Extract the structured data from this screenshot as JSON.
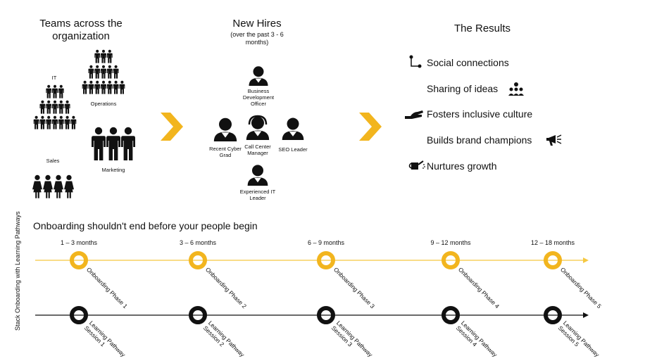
{
  "teams": {
    "title": "Teams across the organization",
    "labels": {
      "it": "IT",
      "operations": "Operations",
      "marketing": "Marketing",
      "sales": "Sales"
    }
  },
  "hires": {
    "title": "New Hires",
    "subtitle": "(over the past 3 - 6 months)",
    "people": {
      "bdo": "Business Development Officer",
      "cyber": "Recent Cyber Grad",
      "callcenter": "Call Center Manager",
      "seo": "SEO Leader",
      "itleader": "Experienced IT Leader"
    }
  },
  "results": {
    "title": "The Results",
    "items": [
      {
        "label": "Social connections",
        "icon": "connection-icon"
      },
      {
        "label": "Sharing of ideas",
        "icon": "people-network-icon"
      },
      {
        "label": "Fosters inclusive culture",
        "icon": "hand-icon"
      },
      {
        "label": "Builds brand champions",
        "icon": "megaphone-icon"
      },
      {
        "label": "Nurtures growth",
        "icon": "watering-can-icon"
      }
    ]
  },
  "timeline": {
    "title": "Onboarding shouldn't end before your people begin",
    "side_label": "Stack Onboarding with Learning Pathways",
    "periods": [
      "1 – 3 months",
      "3 – 6 months",
      "6 – 9 months",
      "9 – 12 months",
      "12 – 18 months"
    ],
    "phases": [
      "Onboarding Phase 1",
      "Onboarding Phase 2",
      "Onboarding Phase 3",
      "Onboarding Phase 4",
      "Onboarding Phase 5"
    ],
    "sessions": [
      "Learning Pathway Session 1",
      "Learning Pathway Session 2",
      "Learning Pathway Session 3",
      "Learning Pathway Session 4",
      "Learning Pathway Session 5"
    ]
  },
  "colors": {
    "accent": "#f2b51e",
    "dark": "#111111",
    "line_yellow": "#f5c842"
  }
}
